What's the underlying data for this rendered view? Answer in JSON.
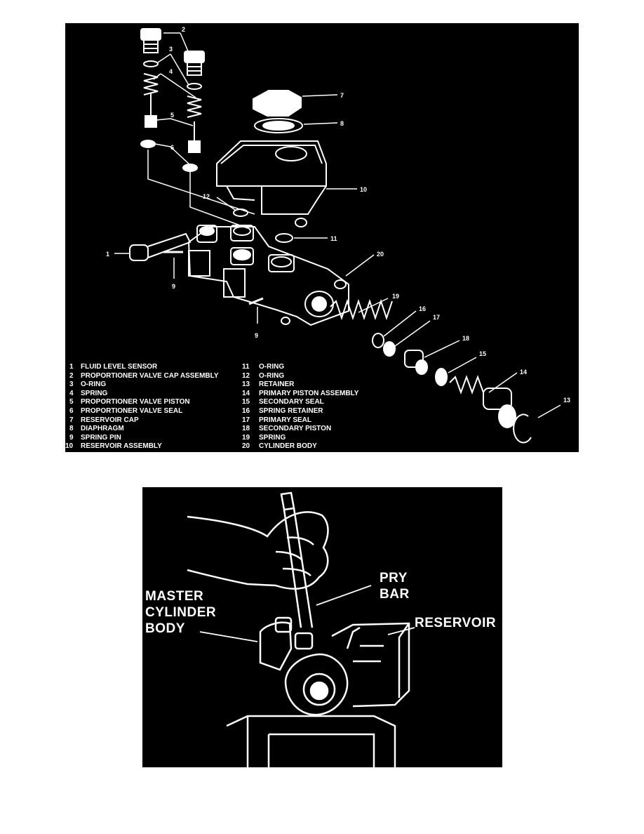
{
  "diagram1": {
    "callouts": {
      "c1": "1",
      "c2": "2",
      "c3": "3",
      "c4": "4",
      "c5": "5",
      "c6": "6",
      "c7": "7",
      "c8": "8",
      "c9a": "9",
      "c9b": "9",
      "c10": "10",
      "c11": "11",
      "c12": "12",
      "c13": "13",
      "c14": "14",
      "c15": "15",
      "c16": "16",
      "c17": "17",
      "c18": "18",
      "c19": "19",
      "c20": "20"
    },
    "legend_left": [
      {
        "num": "1",
        "label": "FLUID LEVEL SENSOR"
      },
      {
        "num": "2",
        "label": "PROPORTIONER VALVE CAP ASSEMBLY"
      },
      {
        "num": "3",
        "label": "O-RING"
      },
      {
        "num": "4",
        "label": "SPRING"
      },
      {
        "num": "5",
        "label": "PROPORTIONER VALVE PISTON"
      },
      {
        "num": "6",
        "label": "PROPORTIONER VALVE SEAL"
      },
      {
        "num": "7",
        "label": "RESERVOIR CAP"
      },
      {
        "num": "8",
        "label": "DIAPHRAGM"
      },
      {
        "num": "9",
        "label": "SPRING PIN"
      },
      {
        "num": "10",
        "label": "RESERVOIR ASSEMBLY"
      }
    ],
    "legend_right": [
      {
        "num": "11",
        "label": "O-RING"
      },
      {
        "num": "12",
        "label": "O-RING"
      },
      {
        "num": "13",
        "label": "RETAINER"
      },
      {
        "num": "14",
        "label": "PRIMARY PISTON ASSEMBLY"
      },
      {
        "num": "15",
        "label": "SECONDARY SEAL"
      },
      {
        "num": "16",
        "label": "SPRING RETAINER"
      },
      {
        "num": "17",
        "label": "PRIMARY SEAL"
      },
      {
        "num": "18",
        "label": "SECONDARY PISTON"
      },
      {
        "num": "19",
        "label": "SPRING"
      },
      {
        "num": "20",
        "label": "CYLINDER BODY"
      }
    ]
  },
  "diagram2": {
    "label_master_1": "MASTER",
    "label_master_2": "CYLINDER",
    "label_master_3": "BODY",
    "label_pry_1": "PRY",
    "label_pry_2": "BAR",
    "label_reservoir": "RESERVOIR"
  }
}
